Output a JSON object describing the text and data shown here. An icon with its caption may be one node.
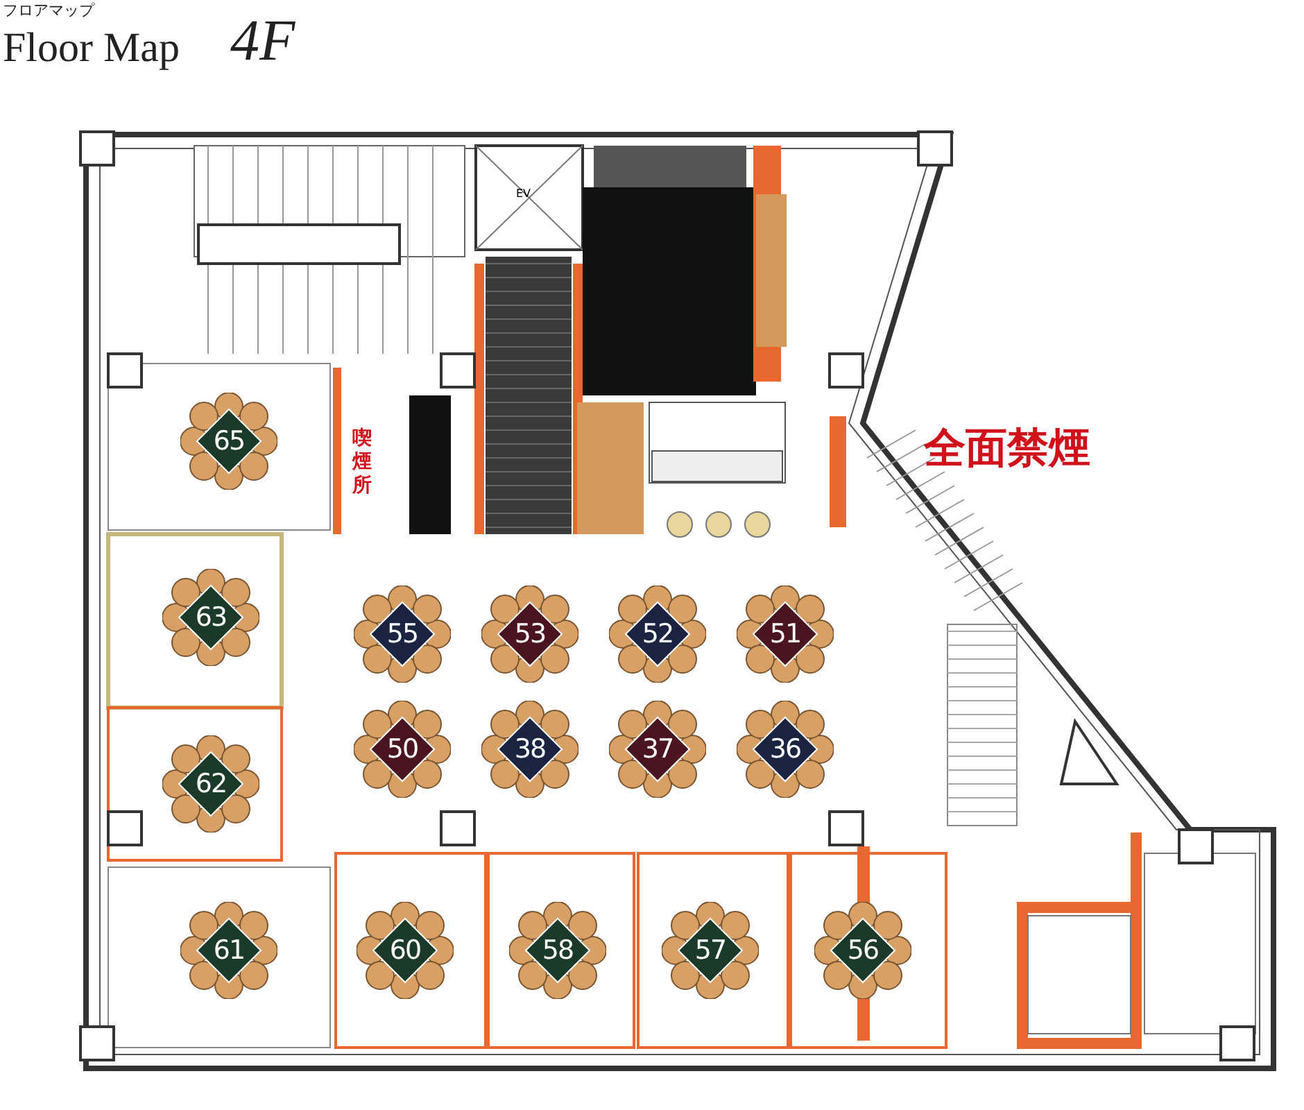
{
  "diagram": {
    "title": "Floor Map",
    "nodes": [
      {
        "text": [
          "EV"
        ]
      },
      {
        "text": [
          "喫煙所"
        ]
      },
      {
        "text": [
          "65"
        ]
      },
      {
        "text": [
          "63"
        ]
      },
      {
        "text": [
          "55"
        ]
      },
      {
        "text": [
          "53"
        ]
      },
      {
        "text": [
          "52"
        ]
      },
      {
        "text": [
          "51"
        ]
      },
      {
        "text": [
          "62"
        ]
      },
      {
        "text": [
          "50"
        ]
      },
      {
        "text": [
          "38"
        ]
      },
      {
        "text": [
          "37"
        ]
      },
      {
        "text": [
          "36"
        ]
      },
      {
        "text": [
          "61"
        ]
      },
      {
        "text": [
          "60"
        ]
      },
      {
        "text": [
          "58"
        ]
      },
      {
        "text": [
          "57"
        ]
      },
      {
        "text": [
          "56"
        ]
      }
    ],
    "labels": [
      "フロアマップ",
      "4F",
      "全面禁煙"
    ]
  }
}
